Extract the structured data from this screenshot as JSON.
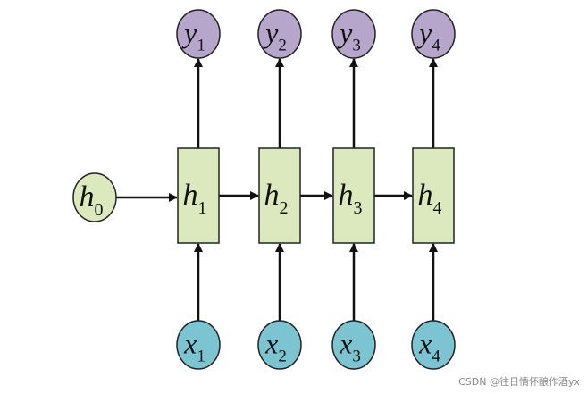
{
  "colors": {
    "hidden_fill": "#dce8bd",
    "input_fill": "#7cc4d2",
    "output_fill": "#b7a6cc",
    "stroke": "#222222"
  },
  "initial": {
    "letter": "h",
    "sub": "0"
  },
  "steps": [
    {
      "hidden": {
        "letter": "h",
        "sub": "1"
      },
      "input": {
        "letter": "x",
        "sub": "1"
      },
      "output": {
        "letter": "y",
        "sub": "1"
      }
    },
    {
      "hidden": {
        "letter": "h",
        "sub": "2"
      },
      "input": {
        "letter": "x",
        "sub": "2"
      },
      "output": {
        "letter": "y",
        "sub": "2"
      }
    },
    {
      "hidden": {
        "letter": "h",
        "sub": "3"
      },
      "input": {
        "letter": "x",
        "sub": "3"
      },
      "output": {
        "letter": "y",
        "sub": "3"
      }
    },
    {
      "hidden": {
        "letter": "h",
        "sub": "4"
      },
      "input": {
        "letter": "x",
        "sub": "4"
      },
      "output": {
        "letter": "y",
        "sub": "4"
      }
    }
  ],
  "watermark": "CSDN @往日情怀酿作酒yx"
}
